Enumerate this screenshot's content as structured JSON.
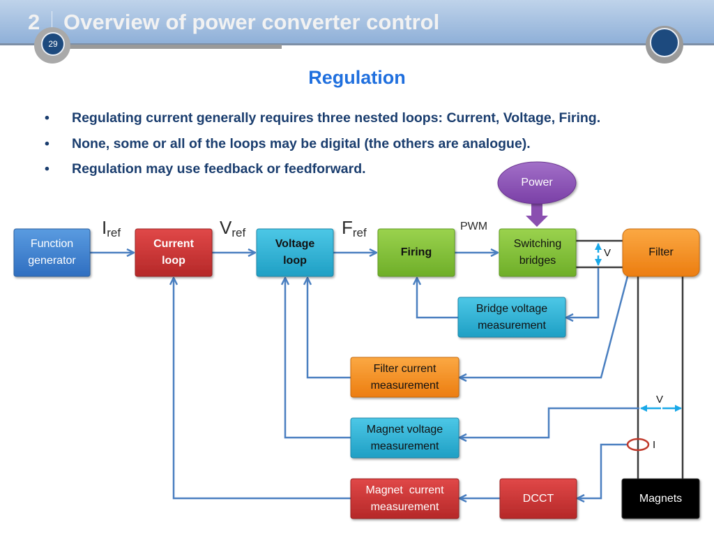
{
  "header": {
    "section_number": "2",
    "title": "Overview of power converter control",
    "page_number": "29"
  },
  "subtitle": "Regulation",
  "bullets": [
    "Regulating current generally requires three nested loops: Current, Voltage, Firing.",
    "None, some or all of the loops may be digital (the others are analogue).",
    "Regulation may use feedback or feedforward."
  ],
  "bullet_glyph": "•",
  "diagram": {
    "boxes": {
      "function_generator": "Function generator",
      "current_loop": "Current loop",
      "voltage_loop": "Voltage loop",
      "firing": "Firing",
      "switching_bridges": "Switching bridges",
      "filter": "Filter",
      "power": "Power",
      "bridge_voltage_measurement": "Bridge voltage measurement",
      "filter_current_measurement": "Filter current measurement",
      "magnet_voltage_measurement": "Magnet voltage measurement",
      "magnet_current_measurement": "Magnet  current measurement",
      "dcct": "DCCT",
      "magnets": "Magnets"
    },
    "signals": {
      "iref_main": "I",
      "iref_sub": "ref",
      "vref_main": "V",
      "vref_sub": "ref",
      "fref_main": "F",
      "fref_sub": "ref",
      "pwm": "PWM",
      "bridge_v": "V",
      "magnet_v": "V",
      "magnet_i": "I"
    },
    "colors": {
      "blue": "#3d7fcf",
      "red": "#cc3333",
      "cyan": "#2fb4d6",
      "green": "#84c43a",
      "orange": "#f5901e",
      "purple": "#8a4fb0",
      "black": "#000000",
      "arrow": "#4a7fc0",
      "measure_arrow": "#19a8e8",
      "current_ring": "#c0392b"
    }
  }
}
